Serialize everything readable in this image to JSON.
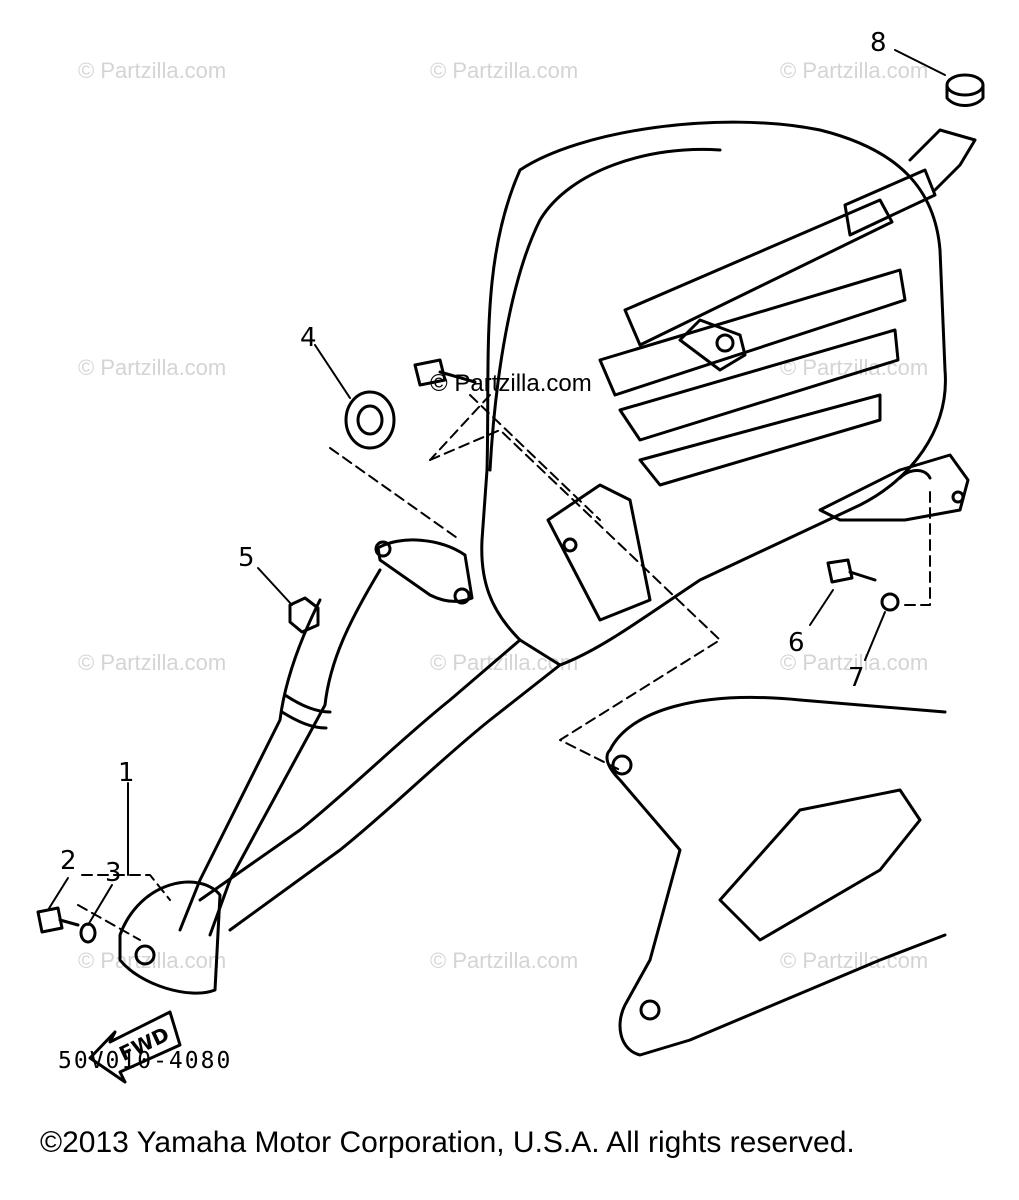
{
  "diagram": {
    "part_code": "50V010-4080",
    "copyright": "©2013  Yamaha Motor Corporation, U.S.A. All rights reserved.",
    "fwd_label": "FWD",
    "callouts": [
      "1",
      "2",
      "3",
      "4",
      "5",
      "6",
      "7",
      "8"
    ],
    "watermark_text": "© Partzilla.com",
    "inner_watermark_text": "© Partzilla.com"
  }
}
